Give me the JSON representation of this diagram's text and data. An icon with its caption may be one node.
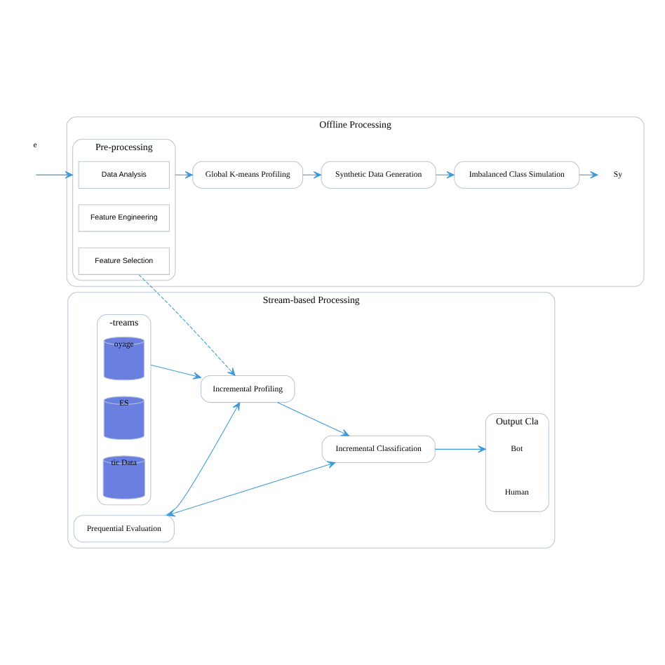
{
  "diagram": {
    "nodes": [
      {
        "text": [
          "Offline Processing"
        ]
      },
      {
        "text": [
          "Pre-processing"
        ],
        "in": 0
      },
      {
        "text": [
          "Data Analysis"
        ],
        "in": 1
      },
      {
        "text": [
          "Feature Engineering"
        ],
        "in": 1
      },
      {
        "text": [
          "Feature Selection"
        ],
        "in": 1
      },
      {
        "text": [
          "Global K-means Profiling"
        ],
        "in": 0
      },
      {
        "text": [
          "Synthetic Data Generation"
        ],
        "in": 0
      },
      {
        "text": [
          "Imbalanced Class Simulation"
        ],
        "in": 0
      },
      {
        "text": [
          "Sy"
        ],
        "in": 0
      },
      {
        "text": [
          "Stream-based Processing"
        ]
      },
      {
        "text": [
          "-treams"
        ],
        "in": 9
      },
      {
        "text": [
          "oyage"
        ],
        "in": 10
      },
      {
        "text": [
          "ES"
        ],
        "in": 10
      },
      {
        "text": [
          "tic Data"
        ],
        "in": 10
      },
      {
        "text": [
          "Prequential Evaluation"
        ],
        "in": 9
      },
      {
        "text": [
          "Incremental Profiling"
        ],
        "in": 9
      },
      {
        "text": [
          "Incremental Classification"
        ],
        "in": 9
      },
      {
        "text": [
          "Output Cla"
        ],
        "in": 9
      },
      {
        "text": [
          "Bot"
        ],
        "in": 17
      },
      {
        "text": [
          "Human"
        ],
        "in": 17
      }
    ],
    "edges": [
      {
        "from": null,
        "to": 1,
        "arrow": "to"
      },
      {
        "from": 1,
        "to": 5,
        "arrow": "to"
      },
      {
        "from": 5,
        "to": 6,
        "arrow": "to"
      },
      {
        "from": 6,
        "to": 7,
        "arrow": "to"
      },
      {
        "from": 7,
        "to": 8,
        "arrow": "to"
      },
      {
        "from": 4,
        "to": 15,
        "arrow": "to",
        "style": "dashed"
      },
      {
        "from": 10,
        "to": 15,
        "arrow": "to"
      },
      {
        "from": 14,
        "to": 15,
        "arrow": "to"
      },
      {
        "from": 14,
        "to": 16,
        "arrow": "both"
      },
      {
        "from": 15,
        "to": 16,
        "arrow": "to"
      },
      {
        "from": 16,
        "to": 17,
        "arrow": "to"
      }
    ],
    "labels": [
      "e"
    ]
  }
}
